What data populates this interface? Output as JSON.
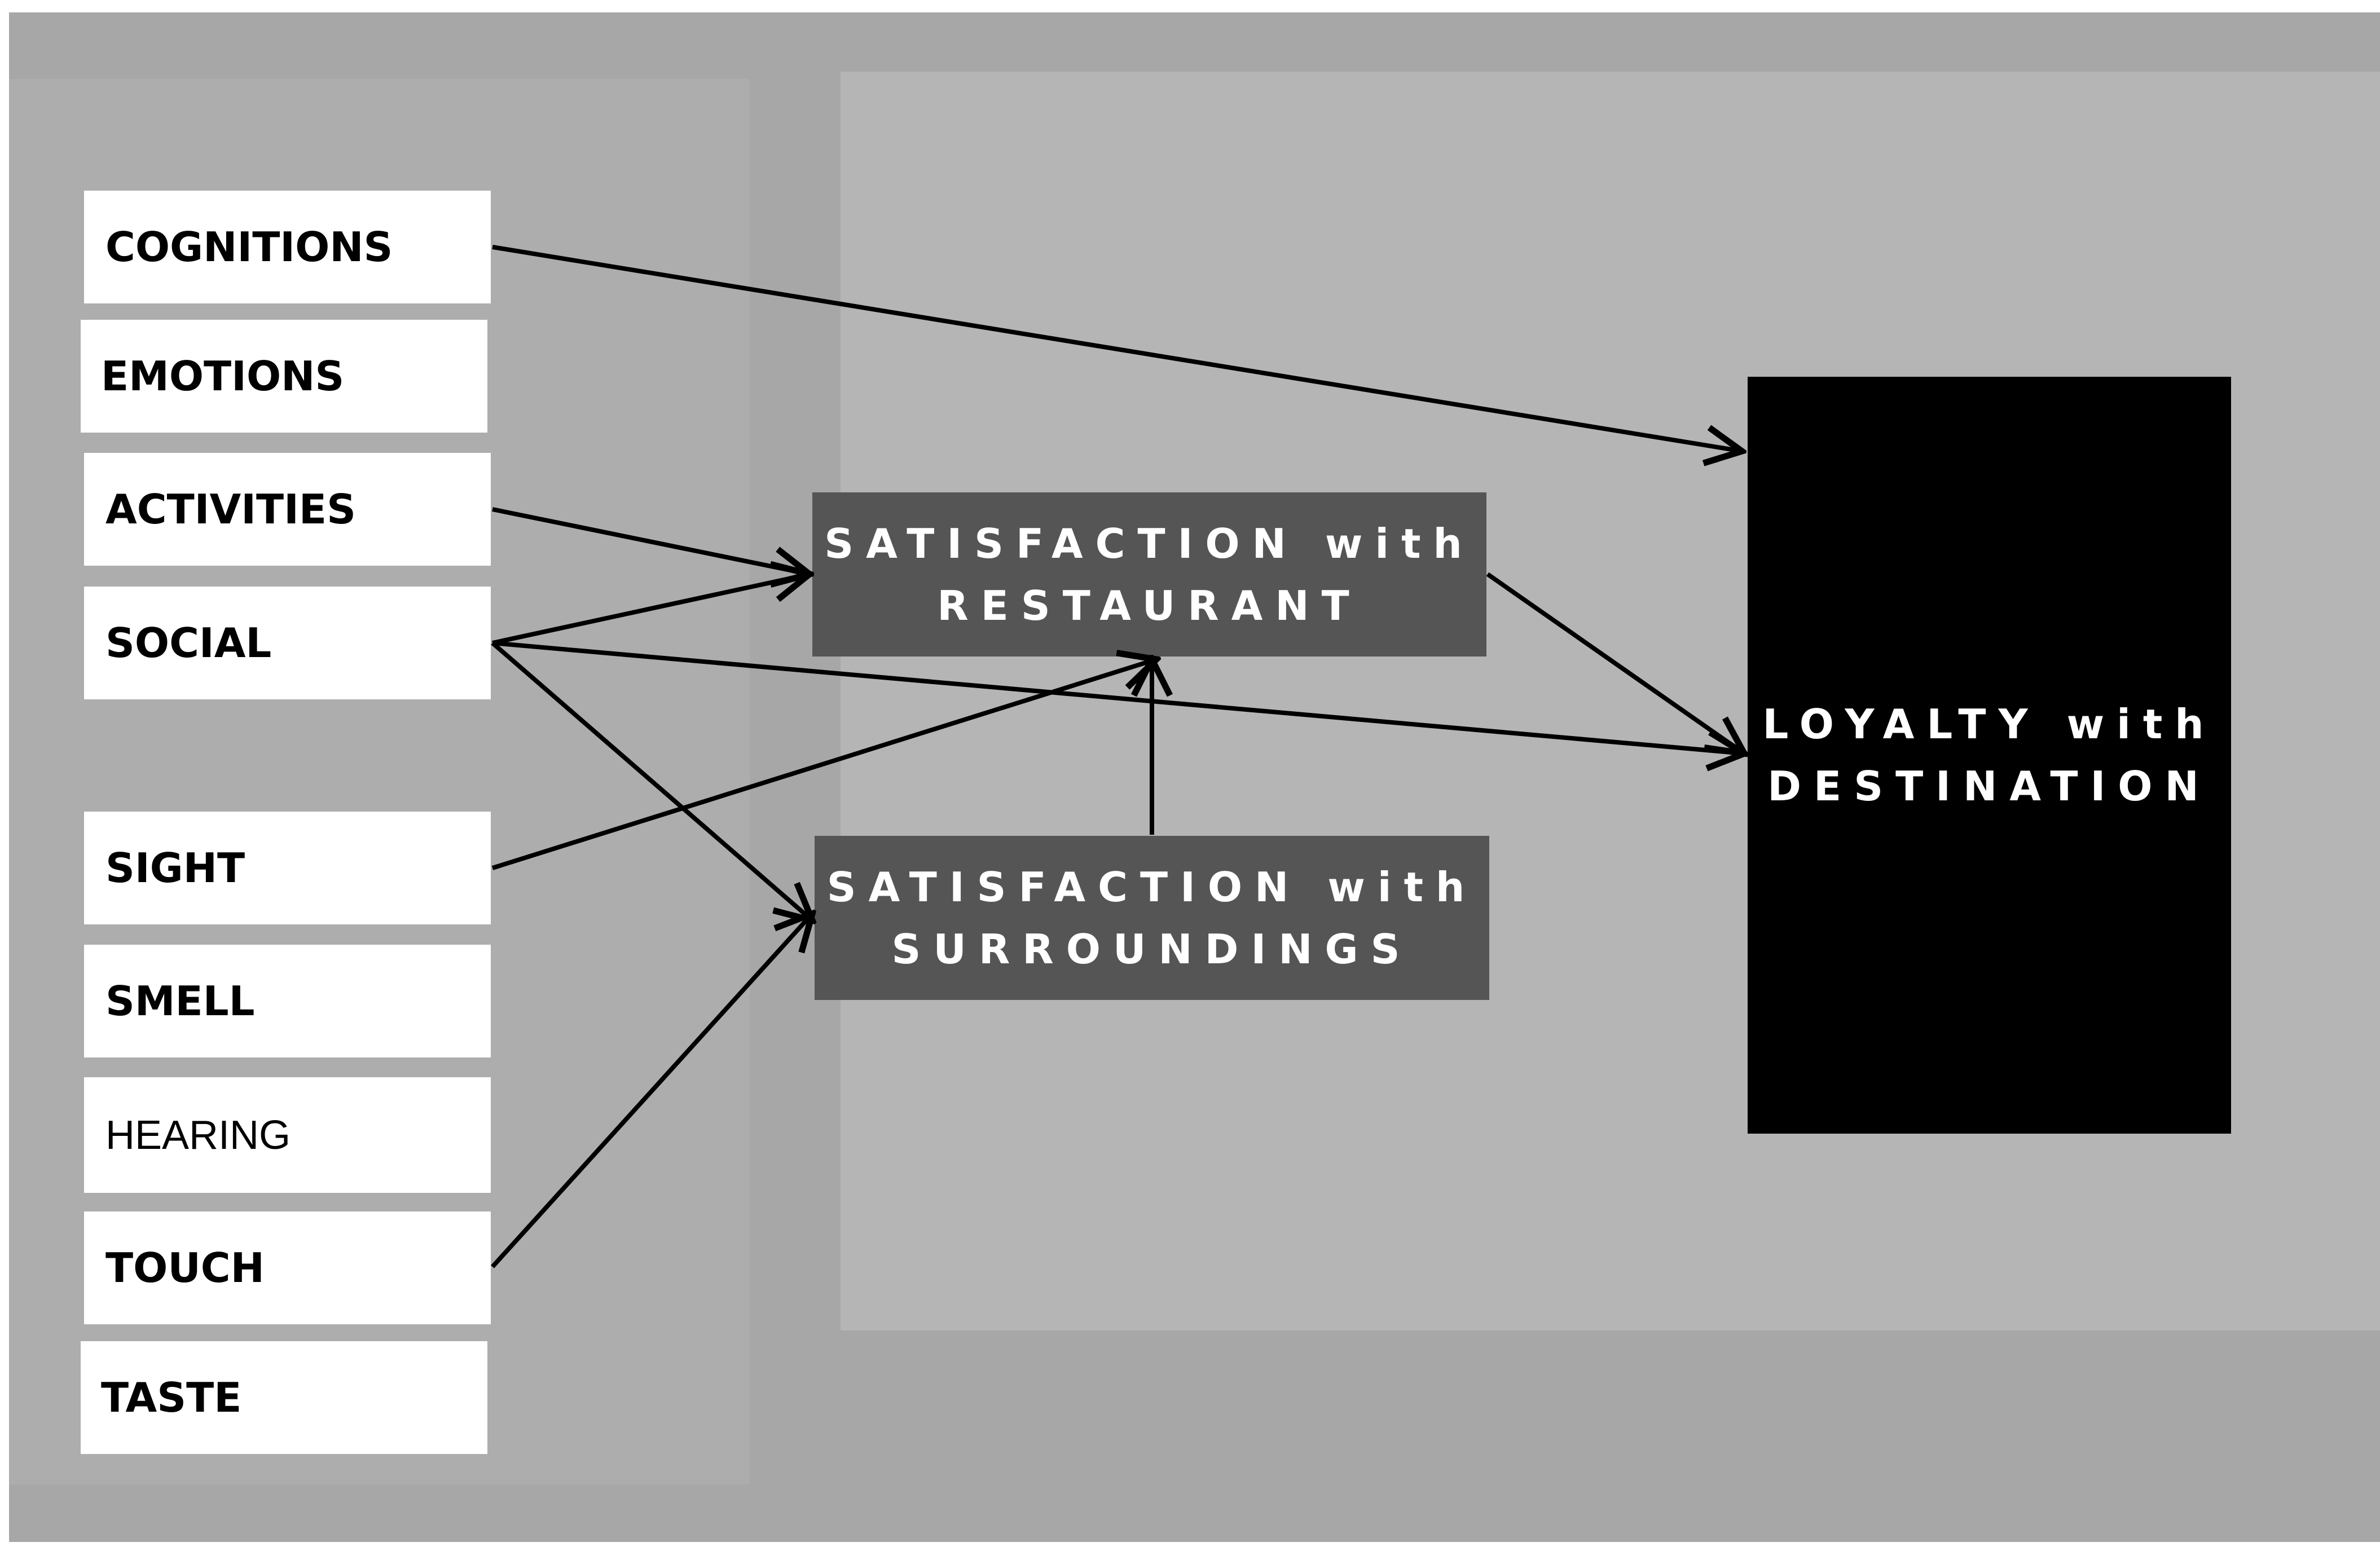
{
  "colors": {
    "outer_background": "#a7a7a7",
    "left_panel": "#adadad",
    "right_panel": "#b5b5b5",
    "input_box": "#ffffff",
    "satisfaction_box": "#555555",
    "loyalty_box": "#000000",
    "arrow": "#000000"
  },
  "inputs": {
    "cognitions": "COGNITIONS",
    "emotions": "EMOTIONS",
    "activities": "ACTIVITIES",
    "social": "SOCIAL",
    "sight": "SIGHT",
    "smell": "SMELL",
    "hearing": "HEARING",
    "touch": "TOUCH",
    "taste": "TASTE"
  },
  "satisfaction_restaurant": {
    "line1": "SATISFACTION with",
    "line2": "RESTAURANT"
  },
  "satisfaction_surroundings": {
    "line1": "SATISFACTION with",
    "line2": "SURROUNDINGS"
  },
  "loyalty": {
    "line1": "LOYALTY with",
    "line2": "DESTINATION"
  },
  "edges": [
    {
      "from": "COGNITIONS",
      "to": "LOYALTY with DESTINATION"
    },
    {
      "from": "ACTIVITIES",
      "to": "SATISFACTION with RESTAURANT"
    },
    {
      "from": "SOCIAL",
      "to": "SATISFACTION with RESTAURANT"
    },
    {
      "from": "SOCIAL",
      "to": "LOYALTY with DESTINATION"
    },
    {
      "from": "SOCIAL",
      "to": "SATISFACTION with SURROUNDINGS"
    },
    {
      "from": "SIGHT",
      "to": "SATISFACTION with RESTAURANT"
    },
    {
      "from": "TOUCH",
      "to": "SATISFACTION with SURROUNDINGS"
    },
    {
      "from": "SATISFACTION with SURROUNDINGS",
      "to": "SATISFACTION with RESTAURANT"
    },
    {
      "from": "SATISFACTION with RESTAURANT",
      "to": "LOYALTY with DESTINATION"
    }
  ]
}
